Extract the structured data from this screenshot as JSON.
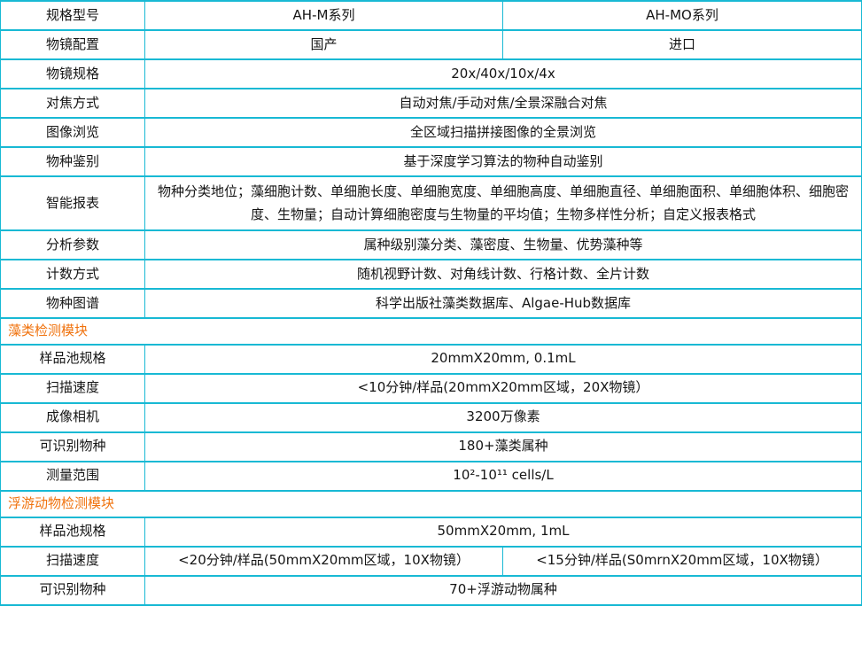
{
  "colors": {
    "border": "#18b9d4",
    "section": "#f0720d",
    "text": "#151515"
  },
  "rows": [
    {
      "type": "split",
      "label": "规格型号",
      "col1": "AH-M系列",
      "col2": "AH-MO系列"
    },
    {
      "type": "split",
      "label": "物镜配置",
      "col1": "国产",
      "col2": "进口"
    },
    {
      "type": "full",
      "label": "物镜规格",
      "value": "20x/40x/10x/4x"
    },
    {
      "type": "full",
      "label": "对焦方式",
      "value": "自动对焦/手动对焦/全景深融合对焦"
    },
    {
      "type": "full",
      "label": "图像浏览",
      "value": "全区域扫描拼接图像的全景浏览"
    },
    {
      "type": "full",
      "label": "物种鉴别",
      "value": "基于深度学习算法的物种自动鉴别"
    },
    {
      "type": "full",
      "label": "智能报表",
      "value": "物种分类地位；藻细胞计数、单细胞长度、单细胞宽度、单细胞高度、单细胞直径、单细胞面积、单细胞体积、细胞密度、生物量；自动计算细胞密度与生物量的平均值；生物多样性分析；自定义报表格式"
    },
    {
      "type": "full",
      "label": "分析参数",
      "value": "属种级别藻分类、藻密度、生物量、优势藻种等"
    },
    {
      "type": "full",
      "label": "计数方式",
      "value": "随机视野计数、对角线计数、行格计数、全片计数"
    },
    {
      "type": "full",
      "label": "物种图谱",
      "value": "科学出版社藻类数据库、Algae-Hub数据库"
    },
    {
      "type": "section",
      "label": "藻类检测模块"
    },
    {
      "type": "full",
      "label": "样品池规格",
      "value": "20mmX20mm, 0.1mL"
    },
    {
      "type": "full",
      "label": "扫描速度",
      "value": "<10分钟/样品(20mmX20mm区域，20X物镜）"
    },
    {
      "type": "full",
      "label": "成像相机",
      "value": "3200万像素"
    },
    {
      "type": "full",
      "label": "可识别物种",
      "value": "180+藻类属种"
    },
    {
      "type": "full",
      "label": "测量范围",
      "value": "10²-10¹¹ cells/L"
    },
    {
      "type": "section",
      "label": "浮游动物检测模块"
    },
    {
      "type": "full",
      "label": "样品池规格",
      "value": "50mmX20mm, 1mL"
    },
    {
      "type": "split",
      "label": "扫描速度",
      "col1": "<20分钟/样品(50mmX20mm区域，10X物镜）",
      "col2": "<15分钟/样品(S0mrnX20mm区域，10X物镜）"
    },
    {
      "type": "full",
      "label": "可识别物种",
      "value": "70+浮游动物属种"
    }
  ]
}
